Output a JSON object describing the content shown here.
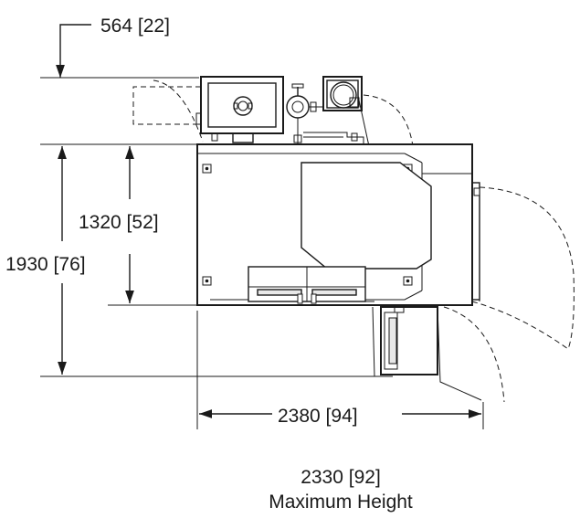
{
  "dimensions": {
    "top_offset": "564 [22]",
    "inner_depth": "1320 [52]",
    "overall_depth": "1930 [76]",
    "overall_width": "2380 [94]"
  },
  "caption": {
    "height_value": "2330 [92]",
    "height_label": "Maximum Height"
  }
}
